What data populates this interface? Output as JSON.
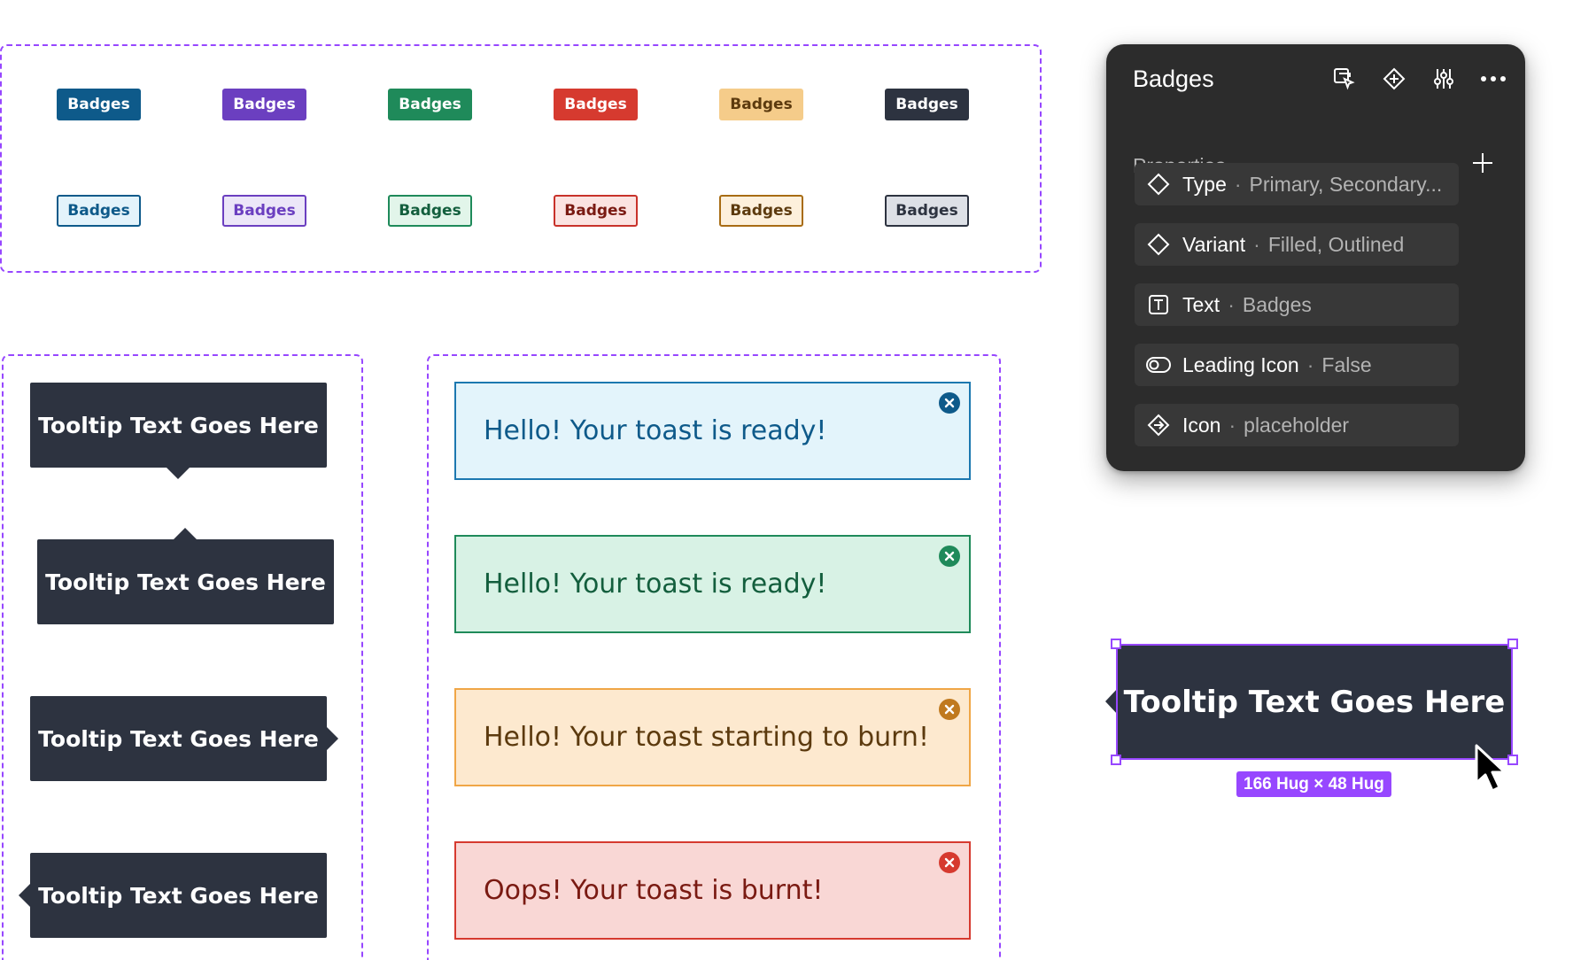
{
  "badges": {
    "filled": [
      {
        "label": "Badges",
        "bg": "#0e5a8a",
        "fg": "#ffffff"
      },
      {
        "label": "Badges",
        "bg": "#6b3fc0",
        "fg": "#ffffff"
      },
      {
        "label": "Badges",
        "bg": "#1f8a5a",
        "fg": "#ffffff"
      },
      {
        "label": "Badges",
        "bg": "#d63a2f",
        "fg": "#ffffff"
      },
      {
        "label": "Badges",
        "bg": "#f5cc8a",
        "fg": "#5c3a0e"
      },
      {
        "label": "Badges",
        "bg": "#2d3340",
        "fg": "#ffffff"
      }
    ],
    "outlined": [
      {
        "label": "Badges",
        "bg": "#e3f3fb",
        "fg": "#0e5a8a",
        "border": "#0e5a8a"
      },
      {
        "label": "Badges",
        "bg": "#ece6f8",
        "fg": "#6b3fc0",
        "border": "#6b3fc0"
      },
      {
        "label": "Badges",
        "bg": "#e2f5ea",
        "fg": "#135e3d",
        "border": "#1f8a5a"
      },
      {
        "label": "Badges",
        "bg": "#fbe3e1",
        "fg": "#7a1a12",
        "border": "#c8322a"
      },
      {
        "label": "Badges",
        "bg": "#fdf0dc",
        "fg": "#5c3a0e",
        "border": "#a86c14"
      },
      {
        "label": "Badges",
        "bg": "#dde0e6",
        "fg": "#2d3340",
        "border": "#2d3340"
      }
    ]
  },
  "tooltips": [
    {
      "text": "Tooltip Text Goes Here",
      "arrow": "bottom"
    },
    {
      "text": "Tooltip Text Goes Here",
      "arrow": "top"
    },
    {
      "text": "Tooltip Text Goes Here",
      "arrow": "right"
    },
    {
      "text": "Tooltip Text Goes Here",
      "arrow": "left"
    }
  ],
  "toasts": [
    {
      "text": "Hello! Your toast is ready!",
      "bg": "#e3f4fb",
      "border": "#1c78b0",
      "fg": "#0e5a8a",
      "icon_color": "#0e5a8a",
      "icon": "close-icon"
    },
    {
      "text": "Hello! Your toast is ready!",
      "bg": "#d8f2e5",
      "border": "#1f8a5a",
      "fg": "#135e3d",
      "icon_color": "#1f8a5a",
      "icon": "close-icon"
    },
    {
      "text": "Hello! Your toast starting to burn!",
      "bg": "#fde9cf",
      "border": "#f0a646",
      "fg": "#5c3a0e",
      "icon_color": "#c0791e",
      "icon": "close-icon"
    },
    {
      "text": "Oops! Your toast is burnt!",
      "bg": "#f9d7d5",
      "border": "#d63a2f",
      "fg": "#7a1a12",
      "icon_color": "#d63a2f",
      "icon": "close-icon"
    }
  ],
  "panel": {
    "title": "Badges",
    "header_icons": [
      "select-instances-icon",
      "component-icon",
      "adjust-icon",
      "more-icon"
    ],
    "properties_label": "Properties",
    "add_icon": "plus-icon",
    "props": [
      {
        "icon": "variant-icon",
        "name": "Type",
        "value": "Primary, Secondary..."
      },
      {
        "icon": "variant-icon",
        "name": "Variant",
        "value": "Filled, Outlined"
      },
      {
        "icon": "text-property-icon",
        "name": "Text",
        "value": "Badges"
      },
      {
        "icon": "boolean-toggle-icon",
        "name": "Leading Icon",
        "value": "False"
      },
      {
        "icon": "instance-swap-icon",
        "name": "Icon",
        "value": "placeholder"
      }
    ],
    "separator": "·"
  },
  "selected_tooltip": {
    "text": "Tooltip Text Goes Here",
    "arrow": "left",
    "size_label": "166 Hug × 48 Hug"
  },
  "colors": {
    "frame_dash": "#9747ff",
    "tooltip_bg": "#2d3340",
    "panel_bg": "#2c2c2c",
    "selection": "#9747ff"
  }
}
